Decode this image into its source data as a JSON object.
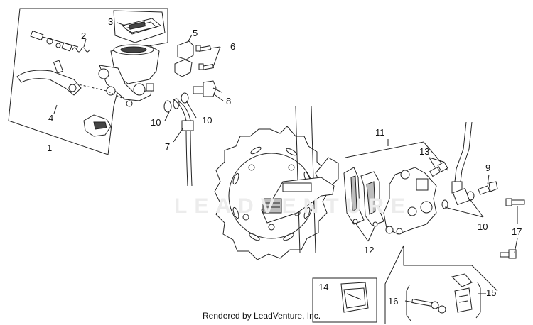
{
  "footer": "Rendered by LeadVenture, Inc.",
  "watermark": "LEADVENTURE",
  "callouts": {
    "c1": "1",
    "c2": "2",
    "c3": "3",
    "c4": "4",
    "c5": "5",
    "c6": "6",
    "c7": "7",
    "c8": "8",
    "c9": "9",
    "c10a": "10",
    "c10b": "10",
    "c10c": "10",
    "c11": "11",
    "c12": "12",
    "c13": "13",
    "c14": "14",
    "c15": "15",
    "c16": "16",
    "c17": "17"
  }
}
